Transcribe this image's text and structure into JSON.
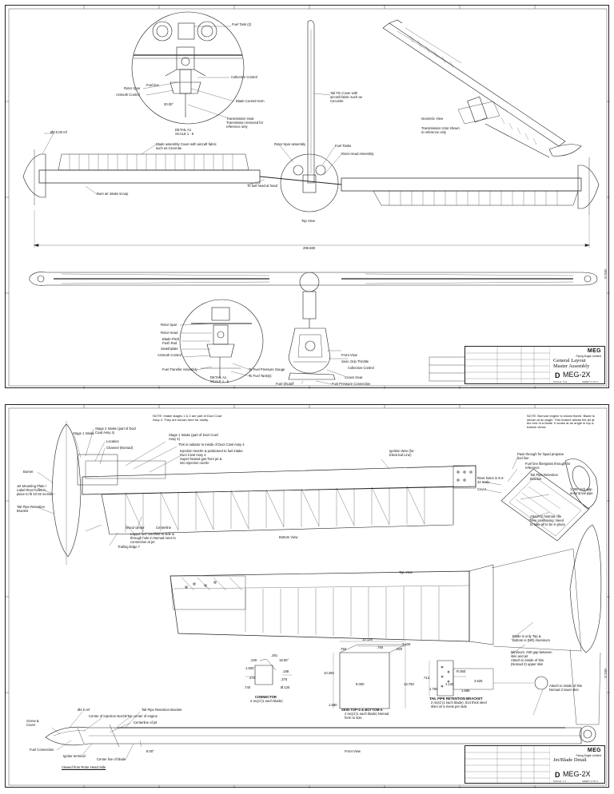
{
  "sheet1": {
    "labels": {
      "fuel_tank": "Fuel Tank (2)",
      "rotor_spar": "Rotor Spar",
      "fuel_line": "Fuel line",
      "collective_control": "Collective Control",
      "azimuth_control": "Azimuth Control",
      "blade_control_horn": "Blade Control Horn",
      "dim_angle": "30.00°",
      "transmission_note": "Transmission Seat Tranmission removed for reference only",
      "detail_a": "DETAIL A1",
      "detail_a_scale": "SCALE 1 : 6",
      "tail_fin": "Tail Fin Cover with aircraft fabric such as Ceconite",
      "isometric_view": "Isometric View",
      "iso_note": "Transmission rotor shown in reference only",
      "dia": "Ø8.0.00 ref",
      "blade_assembly": "Blade assembly Cover with aircraft fabric such as Ceconite",
      "rotor_spar_assembly": "Rotor Spar assembly",
      "fuel_tanks": "Fuel Tanks",
      "rotor_head_assembly": "Rotor Head Assembly",
      "to_fuel_head": "To fuel head at head",
      "burn_air_intake": "Burn air intake scoop",
      "top_view": "Top View",
      "overall_dim": "295.560",
      "rotor_spar_b": "Rotor Spar",
      "rotor_head": "Rotor Head",
      "blade_pitch": "Blade Pitch Push Rod",
      "swashplate": "Swashplate",
      "azimuth_control_b": "Azimuth Control",
      "fuel_transfer": "Fuel Transfer Assembly",
      "fuel_pressure_gauge": "To Fuel Pressure Gauge",
      "to_fuel_tanks": "To Fuel Tank(s)",
      "detail_a2": "DETAIL A1",
      "detail_a2_scale": "SCALE 1 : 6",
      "front_view": "Front View",
      "seat_grip": "Seat, Grip Throttle",
      "collective_control_b": "Collective Control",
      "crown_gear": "Crown Gear",
      "fuel_shutoff": "Fuel Shutoff",
      "fuel_pressure_connection": "Fuel Pressure Connection",
      "sheet_tag": "MEG-2X"
    },
    "title_block": {
      "logo": "MEG",
      "logo_sub": "Flying Eagle Limited",
      "title_line1": "General Layout",
      "title_line2": "Master Assembly",
      "size": "D",
      "dwg_no": "MEG-2X",
      "scale": "SCALE: 1:12",
      "sheet": "SHEET 1 OF 2"
    }
  },
  "sheet2": {
    "labels": {
      "stage1_intake": "Stage 1 Intake",
      "stage2_intake": "Stage 2 Intake (part of Duct Cowl Assy 4)",
      "note_top": "NOTE: Intake stages 1 & 2 are part of Duct Cowl Assy 4. They are shown here for clarity.",
      "stage1_intake_b": "Stage 1 Intake (part of Duct Cowl Assy 4)",
      "location": "Location",
      "channel": "Channel (Nomad)",
      "stage1_intake_c": "Stage 1 Intake (part of Duct Cowl Assy 4)",
      "radiator_inside": "This is radiator to inside of Duct Cowl Assy 4",
      "injection_nozzle": "Injection Nozzle & positioned to fuel intake Duct Cowl Assy 4",
      "super_heated_gas": "Super-heated gas from jet & into injection nozzle",
      "burner": "Burner",
      "jet_mounting": "Jet Mounting Plate / Label Rivet holes in place to fit 10-32 screws",
      "tail_pipe_bracket": "Tail Pipe Retention Bracket",
      "wood_center": "Wood center",
      "centerline": "Centerline",
      "layout_line": "Layout fuel manifold to side & through hole in Nomad rotor to connection at jet",
      "trailing_edge": "Trailing Edge 7",
      "bottom_view": "Bottom View",
      "ignition_wire": "Ignition Wire (for Electrical Line)",
      "note_right": "NOTE: Burnout engine is shown flared. Blade is shown at an angle. This feature allows the jet at the end of a blade. It works at an angle in top & bottom views.",
      "pass_through": "Pass through for liquid propane fuel line",
      "fuel_line_fiber": "Fuel line fiberglass through for reference",
      "tail_pipe_retention": "Tail Pipe Retention Bracket",
      "rivet_holes": "Rivet holes in 8-4-32 scale",
      "cover": "Cover",
      "dim_100": "1.000 inch gap around tail pipe",
      "attach_note": "Attach to Nomad rifle here positioning. Need to take all to be in place",
      "top_view": "Top View",
      "blade_note": "Blade is only Top & Bottom is (Mfr) Aluminum",
      "min_gap": "Minimum .030 gap between skin and jet",
      "attach_right": "Attach to inside of this (Nomad 2) upper skin",
      "attach_bottom": "Attach to inside of this Nomad 2 lower skin",
      "connector": "CONNECTOR",
      "connector_sub": "2 req'd (1 each blade)",
      "skin_title": "SKIN TOP-S & BOTTOM-S",
      "skin_sub": "2 req'd (1 each blade) Nomad form to size",
      "tail_pipe_title": "TAIL PIPE RETENTION BRACKET",
      "tail_pipe_sub": "2 req'd (1 each blade) .014 thick steel shim w/ 5 rivets per side",
      "dim_12125": "12.125",
      "dim_7625": "7.625",
      "dim_750": ".750",
      "dim_750b": ".750",
      "dim_020": ".020",
      "dim_10250": "10.250",
      "dim_9000": "9.000",
      "dim_13750": "13.750",
      "dim_1680": "1.680",
      "dim_1688": "1.688",
      "dim_125": "1.125",
      "dim_r95": "R.050",
      "dim_713": ".713",
      "dim_375": ".375",
      "dim_1750": "1.750",
      "dim_230": ".230",
      "dim_281": ".281",
      "dim_1500": "1.500",
      "dim_188": ".188",
      "dim_18": "18.00°",
      "dim_375b": ".375",
      "dim_740": ".740",
      "dim_phi": "Ø.125",
      "dim_3625": "3.625",
      "center_injection": "Center of Injection Nozzle",
      "dim_2": "Ø4.0 ref",
      "tail_pipe_b": "Tail Pipe Retention Bracket",
      "top_center_engine": "Top center of engine",
      "center_line_jet": "Centerline of jet",
      "screw_cover": "Screw & Cover",
      "fuel_connection": "Fuel Connection",
      "ignitor": "Ignitor terminal",
      "center_blade": "Center line of blade",
      "dim_8": "8.00°",
      "viewed_from": "Viewed from Rotor Head Side",
      "bottom_view_b": "Front View",
      "sheet_tag": "MEG-2X"
    },
    "title_block": {
      "logo": "MEG",
      "logo_sub": "Flying Eagle Limited",
      "title_line1": "Jet/Blade Detail",
      "title_line2": "",
      "size": "D",
      "dwg_no": "MEG-2X",
      "scale": "SCALE: 1:4",
      "sheet": "SHEET 2 OF 2"
    }
  }
}
